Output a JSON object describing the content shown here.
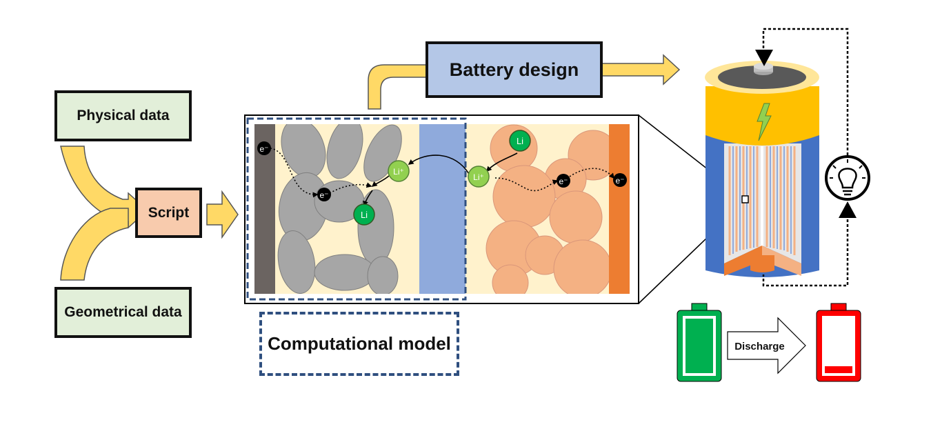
{
  "inputs": {
    "physical": "Physical data",
    "geometrical": "Geometrical data",
    "script": "Script"
  },
  "battery_design": "Battery design",
  "computational_model": "Computational model",
  "discharge": "Discharge",
  "particles": {
    "electron": "e⁻",
    "li": "Li",
    "li_ion": "Li⁺"
  },
  "colors": {
    "arrow": "#ffd966",
    "green_box": "#e2efd9",
    "script_box": "#f8cbad",
    "design_box": "#b4c7e7",
    "anode_current_collector": "#6b6461",
    "graphite": "#a6a6a6",
    "electrolyte": "#fff2cc",
    "separator": "#8faadc",
    "cathode_particles": "#f4b183",
    "cathode_current_collector": "#ed7d31",
    "li_green": "#00b050",
    "battery_full": "#00b050",
    "battery_empty": "#ff0000",
    "battery_cap": "#ffc000",
    "battery_body": "#4472c4"
  }
}
